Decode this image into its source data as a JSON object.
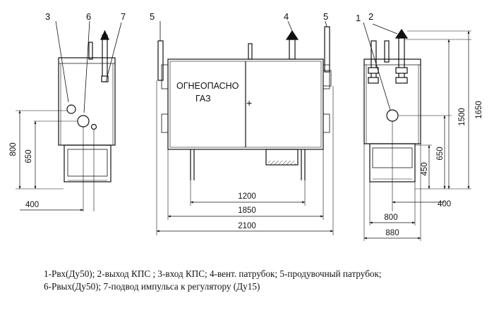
{
  "left_view": {
    "callouts": [
      "3",
      "6",
      "7"
    ],
    "dims": {
      "height_total": "800",
      "height_inlet": "650",
      "offset": "400"
    }
  },
  "front_view": {
    "callouts": [
      "5",
      "4",
      "5"
    ],
    "door_text": [
      "ОГНЕОПАСНО",
      "ГАЗ"
    ],
    "dims": {
      "legs_span": "1200",
      "body_width": "1850",
      "overall_width": "2100"
    }
  },
  "right_view": {
    "callouts": [
      "1",
      "2"
    ],
    "dims": {
      "h1": "1650",
      "h2": "1500",
      "h3": "650",
      "h4": "450",
      "offset": "400",
      "width_inner": "800",
      "width_outer": "880"
    }
  },
  "caption": {
    "line1": "1-Рвх(Ду50); 2-выход КПС ; 3-вход КПС; 4-вент. патрубок; 5-продувочный патрубок;",
    "line2": "6-Рвых(Ду50); 7-подвод импульса к регулятору (Ду15)"
  }
}
